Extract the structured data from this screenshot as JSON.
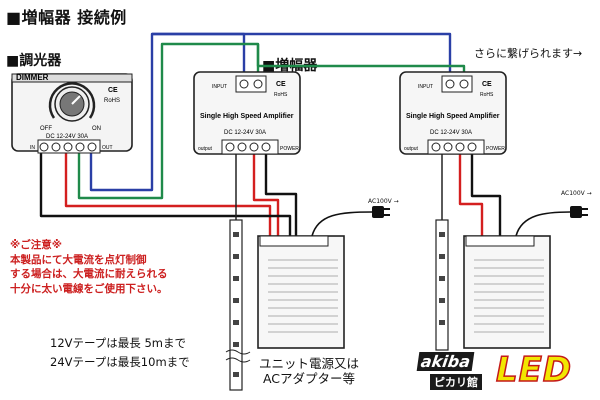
{
  "title": "■増幅器 接続例",
  "dimmer_section_label": "■調光器",
  "amplifier_section_label": "■増幅器",
  "continue_label": "さらに繋げられます→",
  "dimmer": {
    "brand": "DIMMER",
    "marks": [
      "CE",
      "RoHS"
    ],
    "off_label": "OFF",
    "on_label": "ON",
    "rating": "DC 12-24V 30A",
    "in_label": "IN",
    "out_label": "OUT"
  },
  "amplifier": {
    "name": "Single High Speed Amplifier",
    "rating": "DC 12-24V 30A",
    "output_label": "output",
    "power_label": "POWER",
    "input_label": "INPUT",
    "marks": [
      "CE",
      "RoHS"
    ]
  },
  "ac_label": "AC100V →",
  "caution": {
    "heading": "※ご注意※",
    "lines": [
      "本製品にて大電流を点灯制御",
      "する場合は、大電流に耐えられる",
      "十分に太い電線をご使用下さい。"
    ]
  },
  "tape_specs": [
    "12Vテープは最長 5mまで",
    "24Vテープは最長10mまで"
  ],
  "psu_label": [
    "ユニット電源又は",
    "ACアダプター等"
  ],
  "logo": {
    "top": "akiba",
    "bottom": "ピカリ館",
    "main": "LED"
  },
  "colors": {
    "wire_blue": "#2a3fa6",
    "wire_green": "#1f8a4a",
    "wire_red": "#d41f1f",
    "wire_black": "#111111",
    "caution": "#cc1f1f",
    "led_yellow": "#f2e600"
  }
}
